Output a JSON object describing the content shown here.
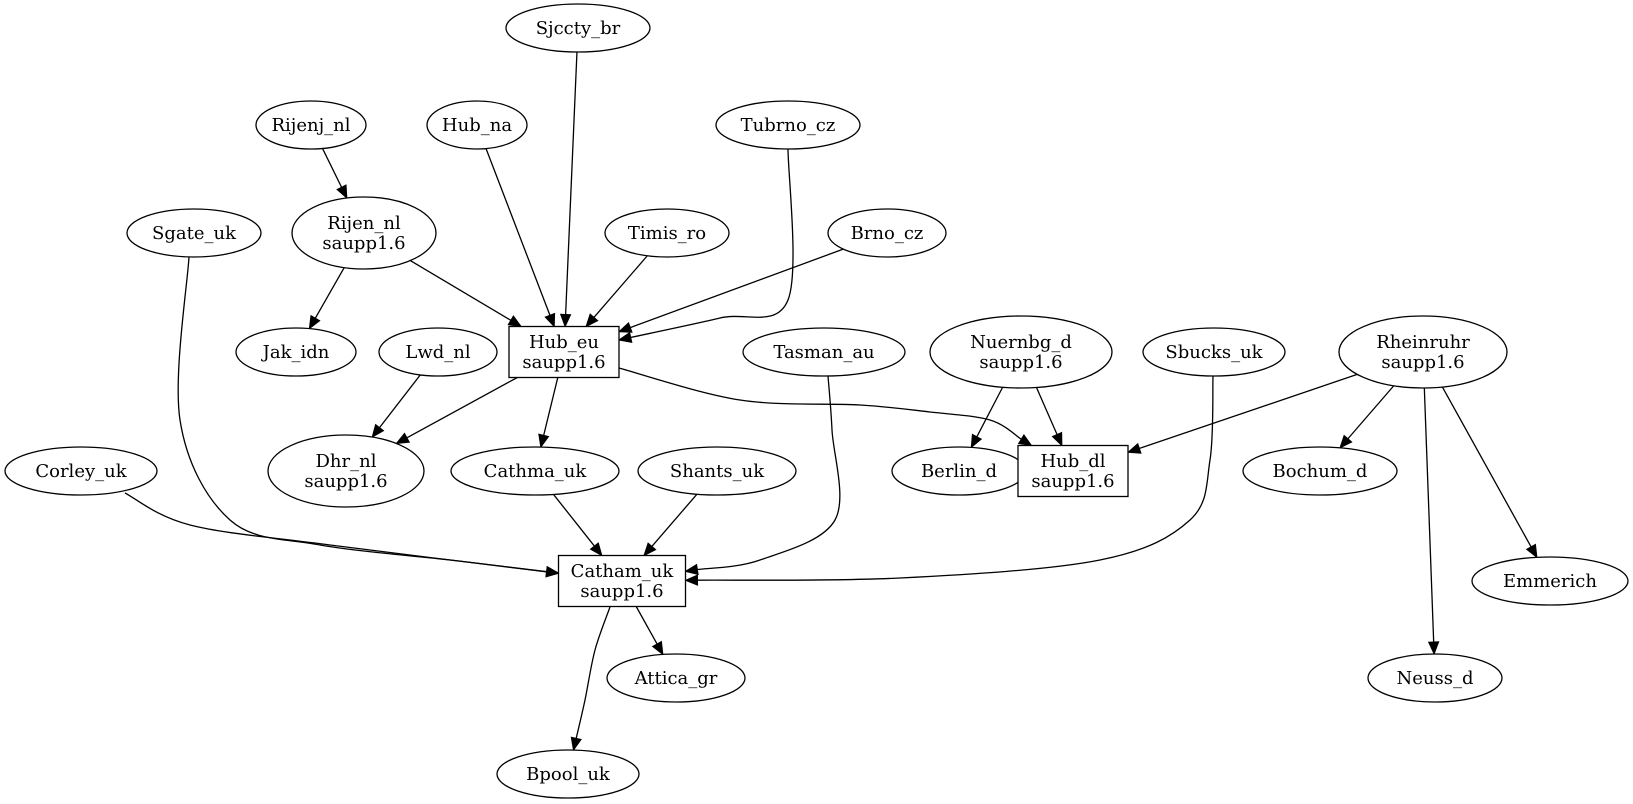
{
  "graph": {
    "type": "directed",
    "nodes": [
      {
        "id": "sjccty_br",
        "lines": [
          "Sjccty_br"
        ],
        "shape": "ellipse"
      },
      {
        "id": "rijenj_nl",
        "lines": [
          "Rijenj_nl"
        ],
        "shape": "ellipse"
      },
      {
        "id": "hub_na",
        "lines": [
          "Hub_na"
        ],
        "shape": "ellipse"
      },
      {
        "id": "tubrno_cz",
        "lines": [
          "Tubrno_cz"
        ],
        "shape": "ellipse"
      },
      {
        "id": "sgate_uk",
        "lines": [
          "Sgate_uk"
        ],
        "shape": "ellipse"
      },
      {
        "id": "rijen_nl",
        "lines": [
          "Rijen_nl",
          "saupp1.6"
        ],
        "shape": "ellipse"
      },
      {
        "id": "timis_ro",
        "lines": [
          "Timis_ro"
        ],
        "shape": "ellipse"
      },
      {
        "id": "brno_cz",
        "lines": [
          "Brno_cz"
        ],
        "shape": "ellipse"
      },
      {
        "id": "jak_idn",
        "lines": [
          "Jak_idn"
        ],
        "shape": "ellipse"
      },
      {
        "id": "lwd_nl",
        "lines": [
          "Lwd_nl"
        ],
        "shape": "ellipse"
      },
      {
        "id": "hub_eu",
        "lines": [
          "Hub_eu",
          "saupp1.6"
        ],
        "shape": "box"
      },
      {
        "id": "tasman_au",
        "lines": [
          "Tasman_au"
        ],
        "shape": "ellipse"
      },
      {
        "id": "nuernbg_d",
        "lines": [
          "Nuernbg_d",
          "saupp1.6"
        ],
        "shape": "ellipse"
      },
      {
        "id": "sbucks_uk",
        "lines": [
          "Sbucks_uk"
        ],
        "shape": "ellipse"
      },
      {
        "id": "rheinruhr",
        "lines": [
          "Rheinruhr",
          "saupp1.6"
        ],
        "shape": "ellipse"
      },
      {
        "id": "corley_uk",
        "lines": [
          "Corley_uk"
        ],
        "shape": "ellipse"
      },
      {
        "id": "dhr_nl",
        "lines": [
          "Dhr_nl",
          "saupp1.6"
        ],
        "shape": "ellipse"
      },
      {
        "id": "cathma_uk",
        "lines": [
          "Cathma_uk"
        ],
        "shape": "ellipse"
      },
      {
        "id": "shants_uk",
        "lines": [
          "Shants_uk"
        ],
        "shape": "ellipse"
      },
      {
        "id": "berlin_d",
        "lines": [
          "Berlin_d"
        ],
        "shape": "ellipse"
      },
      {
        "id": "hub_dl",
        "lines": [
          "Hub_dl",
          "saupp1.6"
        ],
        "shape": "box"
      },
      {
        "id": "bochum_d",
        "lines": [
          "Bochum_d"
        ],
        "shape": "ellipse"
      },
      {
        "id": "catham_uk",
        "lines": [
          "Catham_uk",
          "saupp1.6"
        ],
        "shape": "box"
      },
      {
        "id": "emmerich",
        "lines": [
          "Emmerich"
        ],
        "shape": "ellipse"
      },
      {
        "id": "attica_gr",
        "lines": [
          "Attica_gr"
        ],
        "shape": "ellipse"
      },
      {
        "id": "neuss_d",
        "lines": [
          "Neuss_d"
        ],
        "shape": "ellipse"
      },
      {
        "id": "bpool_uk",
        "lines": [
          "Bpool_uk"
        ],
        "shape": "ellipse"
      }
    ],
    "edges": [
      {
        "from": "rijenj_nl",
        "to": "rijen_nl"
      },
      {
        "from": "sjccty_br",
        "to": "hub_eu"
      },
      {
        "from": "hub_na",
        "to": "hub_eu"
      },
      {
        "from": "rijen_nl",
        "to": "hub_eu"
      },
      {
        "from": "timis_ro",
        "to": "hub_eu"
      },
      {
        "from": "tubrno_cz",
        "to": "hub_eu"
      },
      {
        "from": "brno_cz",
        "to": "hub_eu"
      },
      {
        "from": "rijen_nl",
        "to": "jak_idn"
      },
      {
        "from": "lwd_nl",
        "to": "dhr_nl"
      },
      {
        "from": "hub_eu",
        "to": "dhr_nl"
      },
      {
        "from": "hub_eu",
        "to": "cathma_uk"
      },
      {
        "from": "hub_eu",
        "to": "hub_dl"
      },
      {
        "from": "nuernbg_d",
        "to": "berlin_d"
      },
      {
        "from": "nuernbg_d",
        "to": "hub_dl"
      },
      {
        "from": "rheinruhr",
        "to": "hub_dl"
      },
      {
        "from": "rheinruhr",
        "to": "bochum_d"
      },
      {
        "from": "rheinruhr",
        "to": "neuss_d"
      },
      {
        "from": "rheinruhr",
        "to": "emmerich"
      },
      {
        "from": "corley_uk",
        "to": "catham_uk"
      },
      {
        "from": "sgate_uk",
        "to": "catham_uk"
      },
      {
        "from": "cathma_uk",
        "to": "catham_uk"
      },
      {
        "from": "shants_uk",
        "to": "catham_uk"
      },
      {
        "from": "tasman_au",
        "to": "catham_uk"
      },
      {
        "from": "sbucks_uk",
        "to": "catham_uk"
      },
      {
        "from": "catham_uk",
        "to": "attica_gr"
      },
      {
        "from": "catham_uk",
        "to": "bpool_uk"
      }
    ]
  }
}
